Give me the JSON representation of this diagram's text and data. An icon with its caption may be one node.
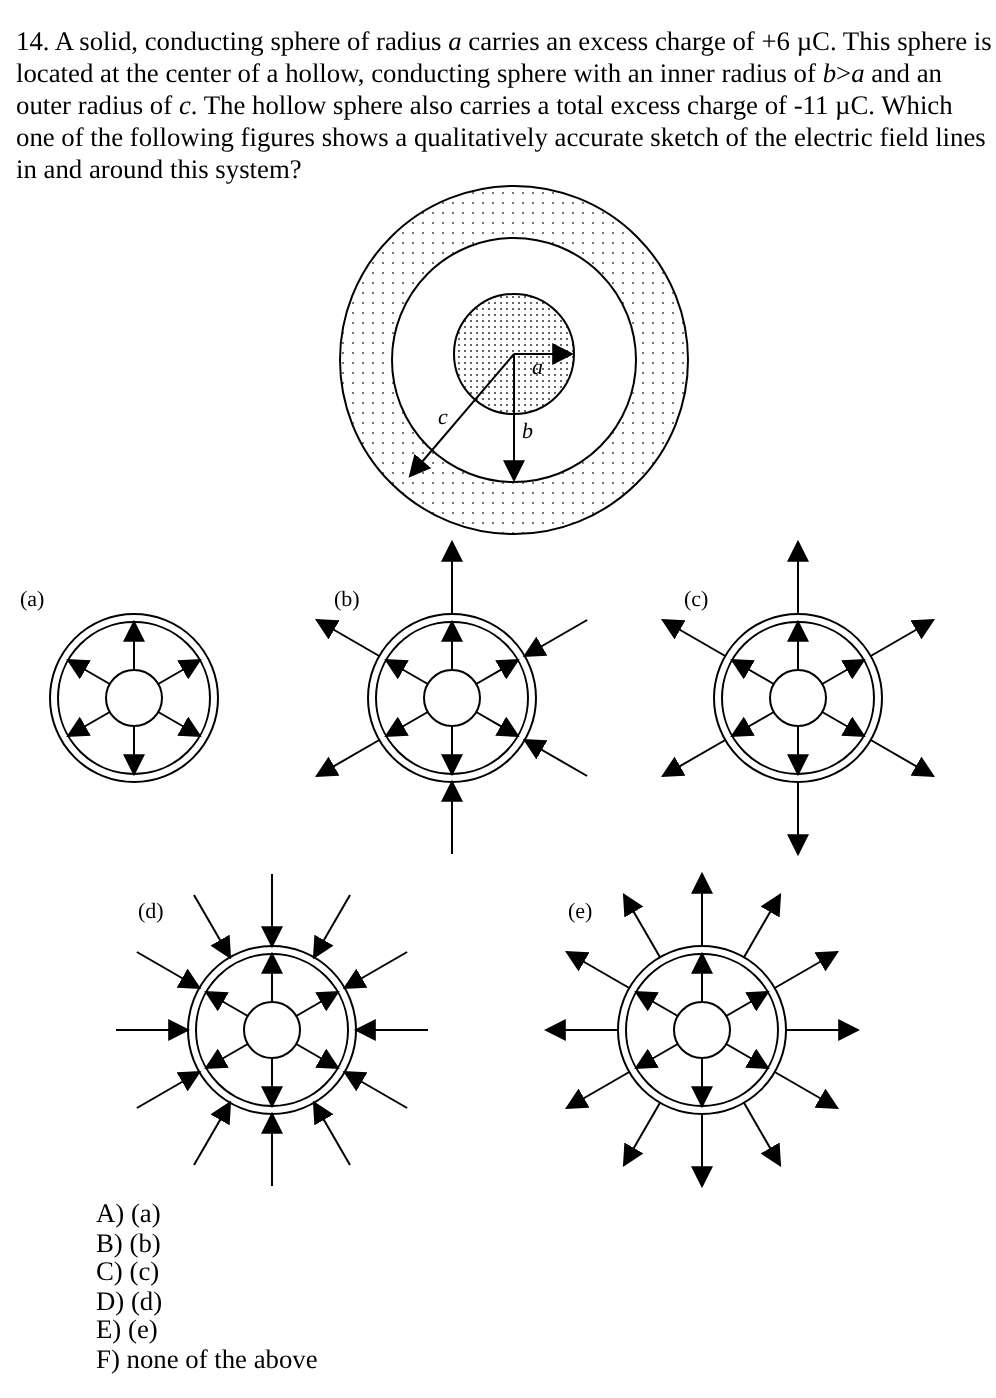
{
  "diagram": {
    "labels": [
      "14.  A solid, conducting sphere of radius *a* carries an excess charge of +6 µC.  This sphere is located at the center of a hollow, conducting sphere with an inner radius of *b*>*a* and an outer radius of *c*.  The hollow sphere also carries a total excess charge of -11 µC. Which one of the following figures shows a qualitatively accurate sketch of the electric field lines in and around this system?",
      "a",
      "c",
      "b",
      "(a)",
      "(b)",
      "(c)",
      "(d)",
      "(e)",
      "A)  (a)",
      "B)  (b)",
      "C)  (c)",
      "D)  (d)",
      "E)  (e)",
      "F)  none of the above"
    ]
  }
}
